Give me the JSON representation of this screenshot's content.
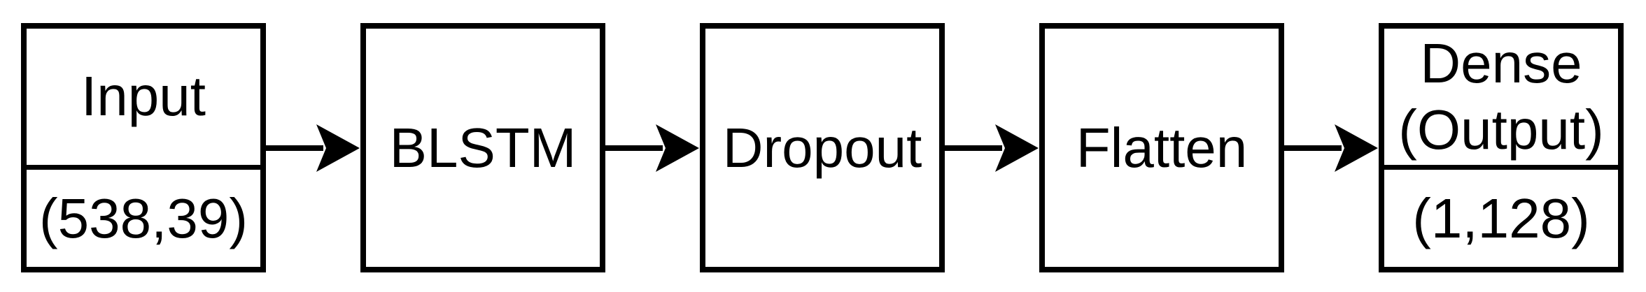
{
  "diagram": {
    "type": "flow",
    "direction": "left-to-right",
    "colors": {
      "stroke": "#000000",
      "background": "#ffffff",
      "text": "#000000"
    },
    "nodes": {
      "input": {
        "label": "Input",
        "shape": "(538,39)"
      },
      "blstm": {
        "label": "BLSTM"
      },
      "dropout": {
        "label": "Dropout"
      },
      "flatten": {
        "label": "Flatten"
      },
      "dense": {
        "label": "Dense",
        "sublabel": "(Output)",
        "shape": "(1,128)"
      }
    },
    "edges": [
      {
        "from": "input",
        "to": "blstm"
      },
      {
        "from": "blstm",
        "to": "dropout"
      },
      {
        "from": "dropout",
        "to": "flatten"
      },
      {
        "from": "flatten",
        "to": "dense"
      }
    ]
  }
}
